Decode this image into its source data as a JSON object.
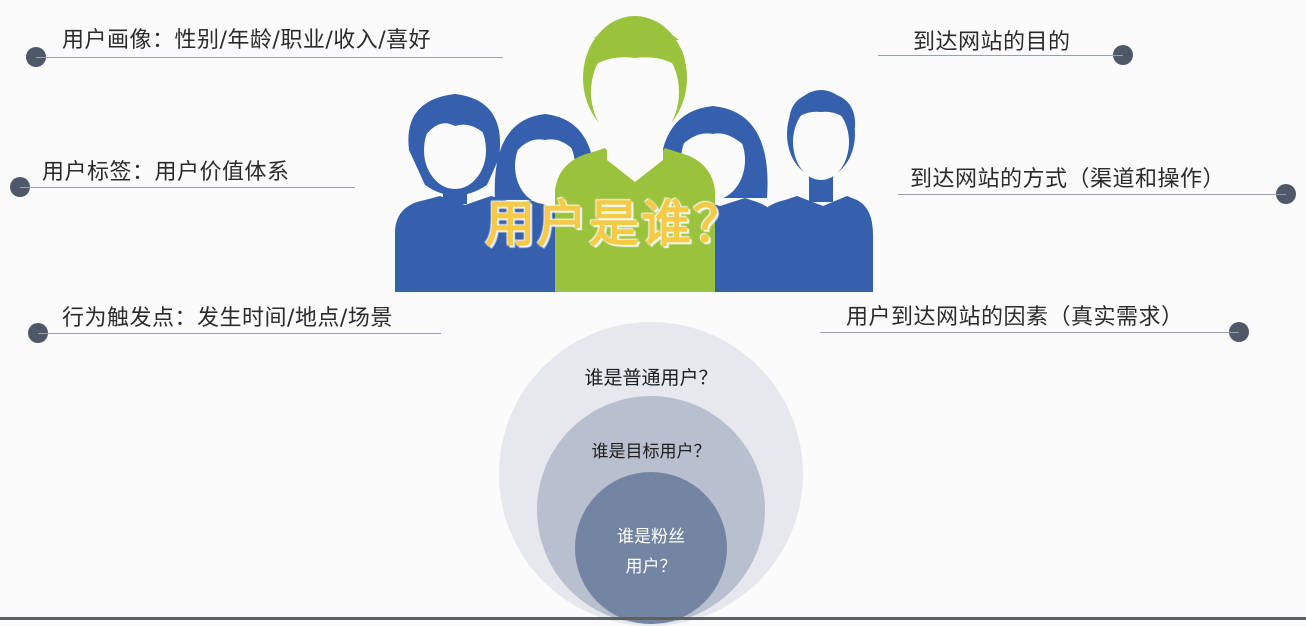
{
  "left_items": [
    "用户画像：性别/年龄/职业/收入/喜好",
    "用户标签：用户价值体系",
    "行为触发点：发生时间/地点/场景"
  ],
  "right_items": [
    "到达网站的目的",
    "到达网站的方式（渠道和操作）",
    "用户到达网站的因素（真实需求）"
  ],
  "headline": "用户是谁？",
  "circles": {
    "outer": "谁是普通用户？",
    "middle": "谁是目标用户？",
    "inner_line1": "谁是粉丝",
    "inner_line2": "用户？"
  },
  "colors": {
    "headline": "#f7c948",
    "people_blue": "#3560ad",
    "people_green": "#9bc23c",
    "dot": "#4f5868",
    "ring_outer": "#e6e8ee",
    "ring_middle": "#b8bfcf",
    "ring_inner": "#7484a3"
  }
}
